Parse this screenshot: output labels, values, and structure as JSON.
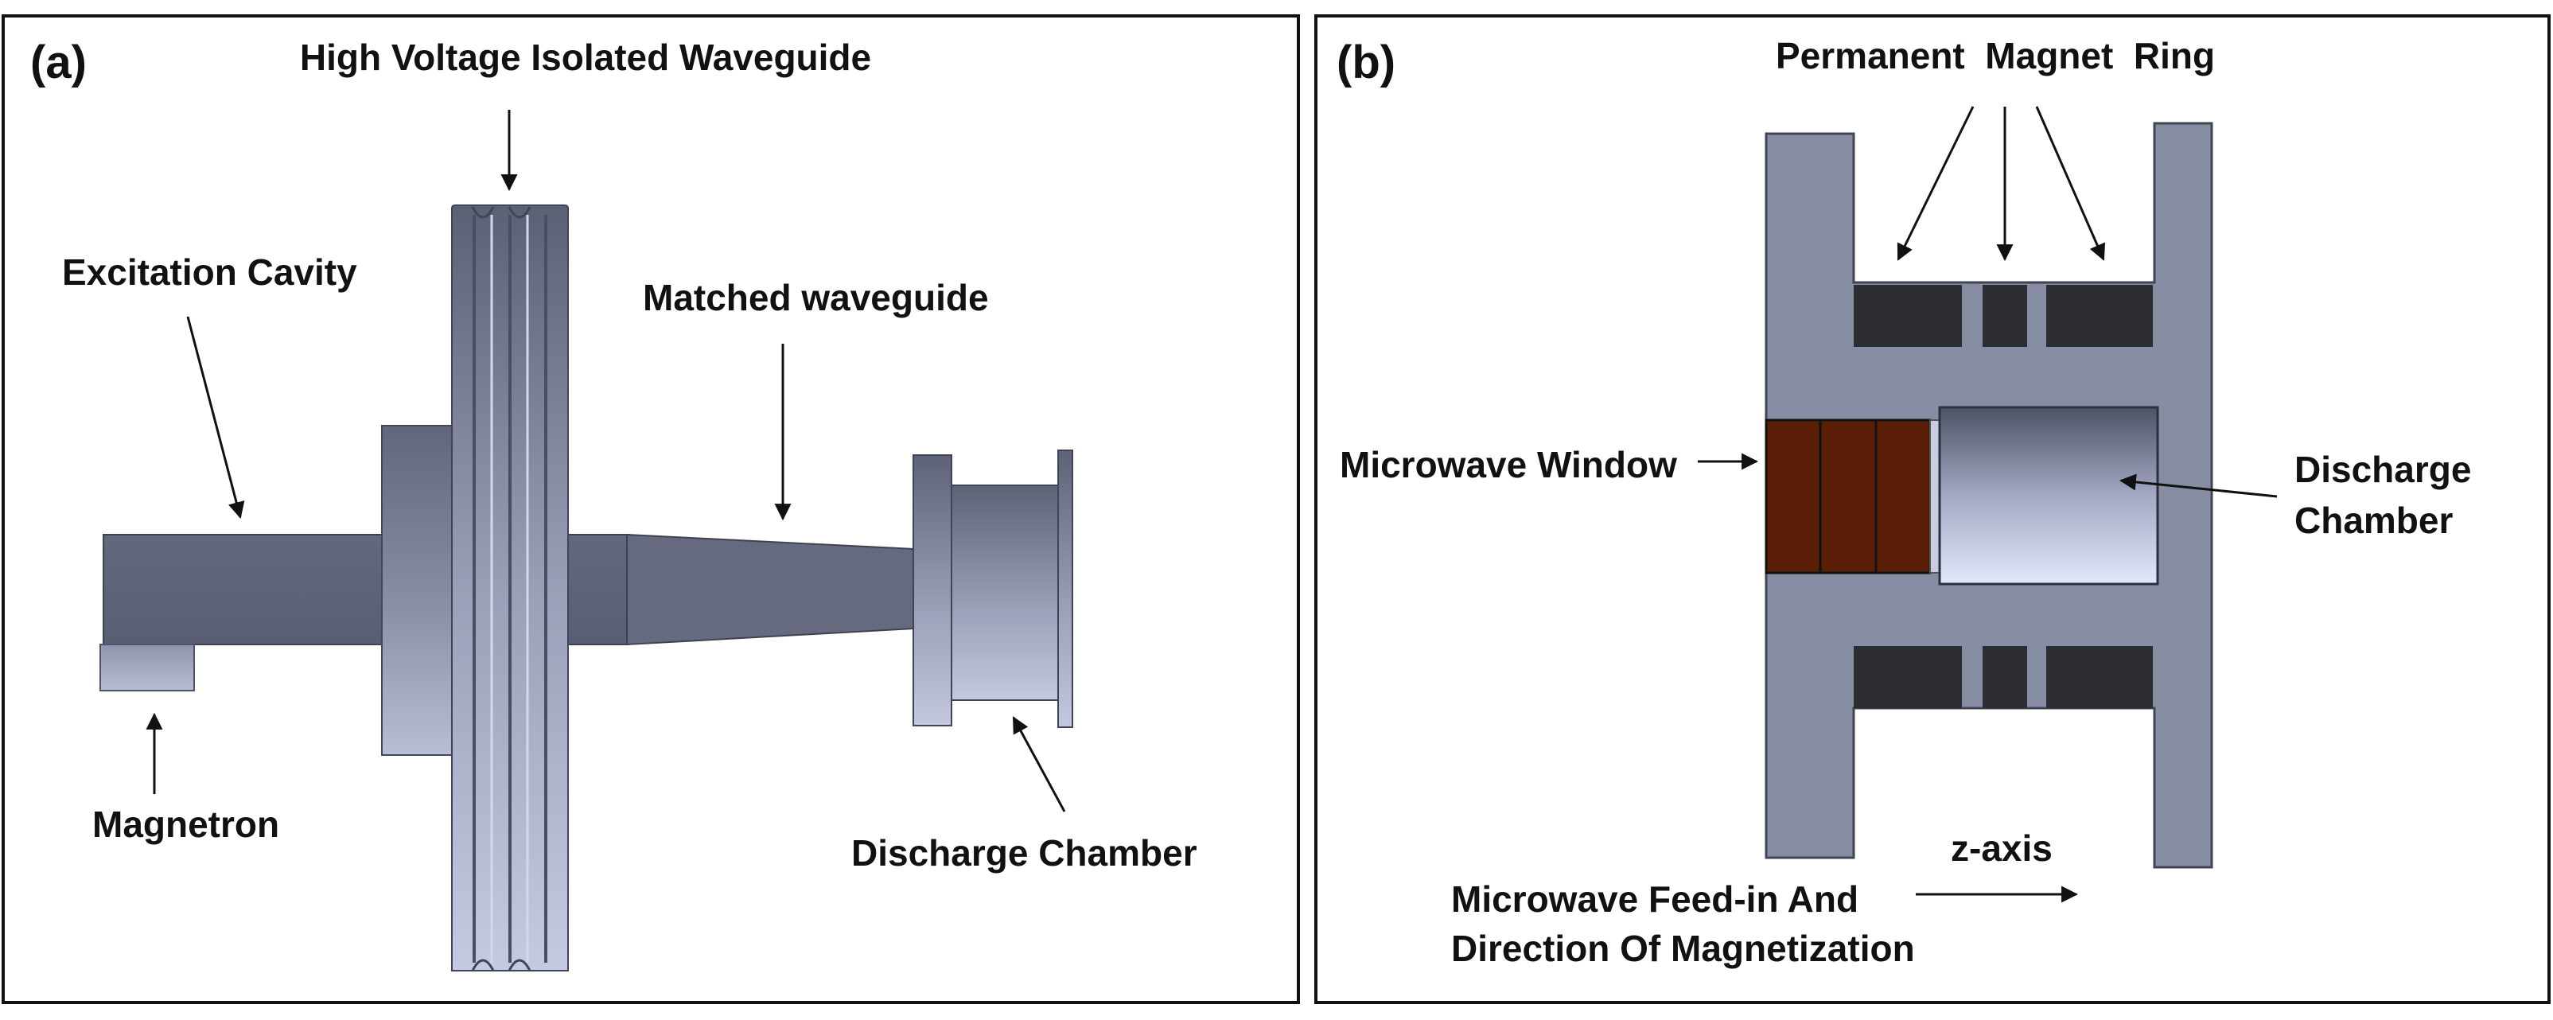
{
  "panels": {
    "a": {
      "label": "(a)",
      "high_voltage_waveguide": "High Voltage Isolated Waveguide",
      "excitation_cavity": "Excitation Cavity",
      "matched_waveguide": "Matched waveguide",
      "magnetron": "Magnetron",
      "discharge_chamber": "Discharge Chamber"
    },
    "b": {
      "label": "(b)",
      "permanent_magnet_ring": "Permanent  Magnet  Ring",
      "microwave_window": "Microwave Window",
      "discharge_chamber_line1": "Discharge",
      "discharge_chamber_line2": "Chamber",
      "z_axis": "z-axis",
      "feed_in_line1": "Microwave Feed-in And",
      "feed_in_line2": "Direction Of Magnetization"
    }
  },
  "colors": {
    "steel_dark": "#5f6376",
    "steel_mid": "#7d8094",
    "steel_light": "#a9afc6",
    "housing": "#878da3",
    "magnet": "#2b2d31",
    "window": "#5a1e06",
    "chamber_light": "#dde2f8",
    "line": "#111111"
  }
}
